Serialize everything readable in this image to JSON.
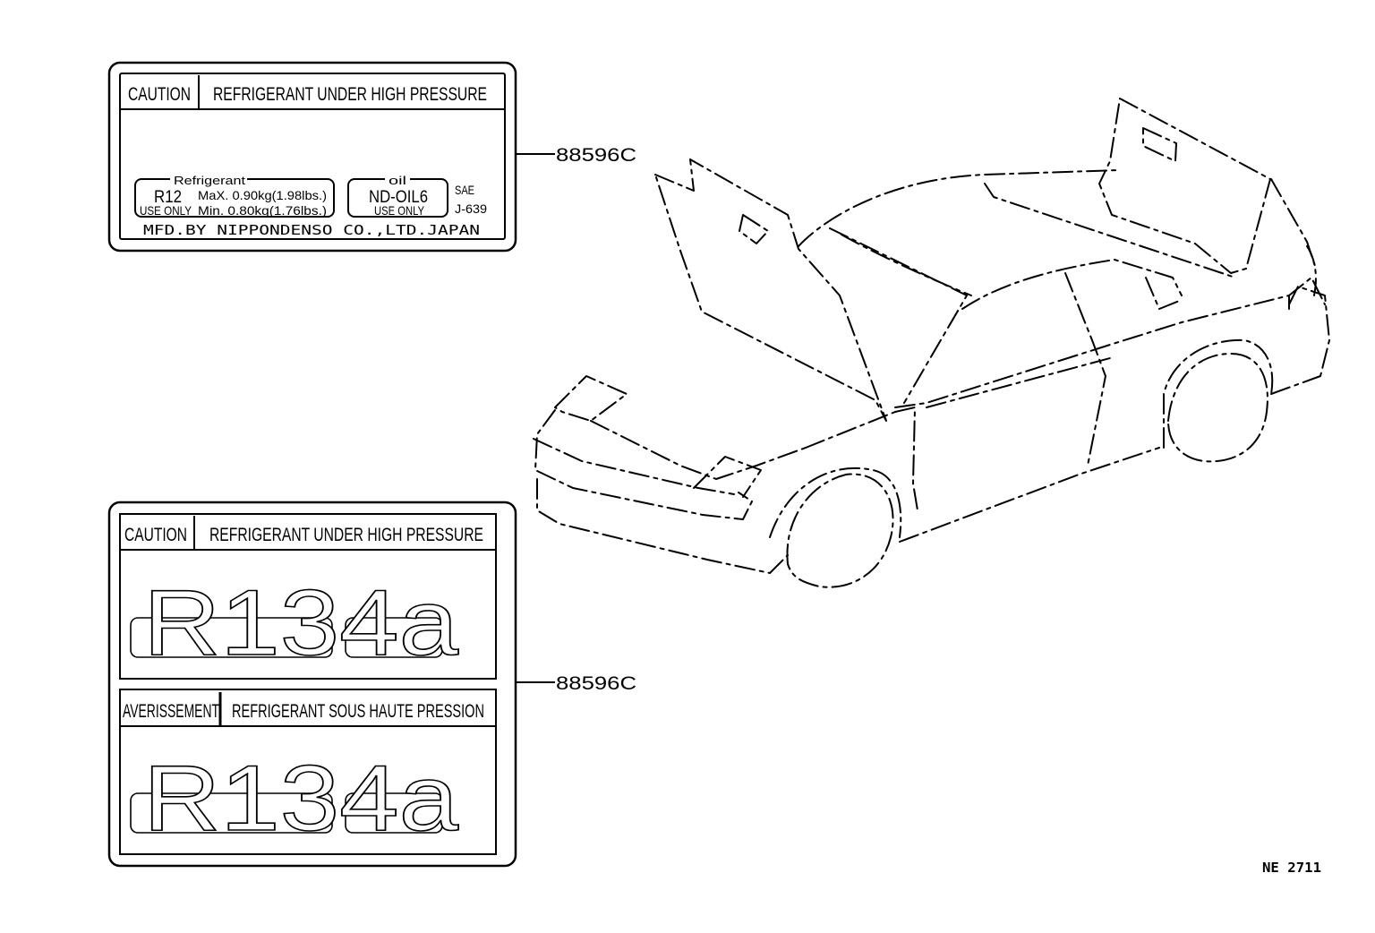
{
  "label1": {
    "caution": "CAUTION",
    "header": "REFRIGERANT UNDER HIGH PRESSURE",
    "refrigerant_legend": "Refrigerant",
    "refrigerant_type": "R12",
    "use_only": "USE ONLY",
    "max": "MaX. 0.90kg(1.98lbs.)",
    "min": "Min. 0.80kg(1.76lbs.)",
    "oil_legend": "oil",
    "oil_type": "ND-OIL6",
    "oil_use_only": "USE ONLY",
    "sae": "SAE",
    "sae_code": "J-639",
    "manufacturer": "MFD.BY NIPPONDENSO CO.,LTD.JAPAN"
  },
  "label2": {
    "caution": "CAUTION",
    "header": "REFRIGERANT UNDER HIGH PRESSURE",
    "refrigerant_en": "R134a",
    "avertissement": "AVERISSEMENT",
    "header_fr": "REFRIGERANT SOUS HAUTE PRESSION",
    "refrigerant_fr": "R134a"
  },
  "callouts": {
    "part1": "88596C",
    "part2": "88596C"
  },
  "figure_code": "NE 2711"
}
